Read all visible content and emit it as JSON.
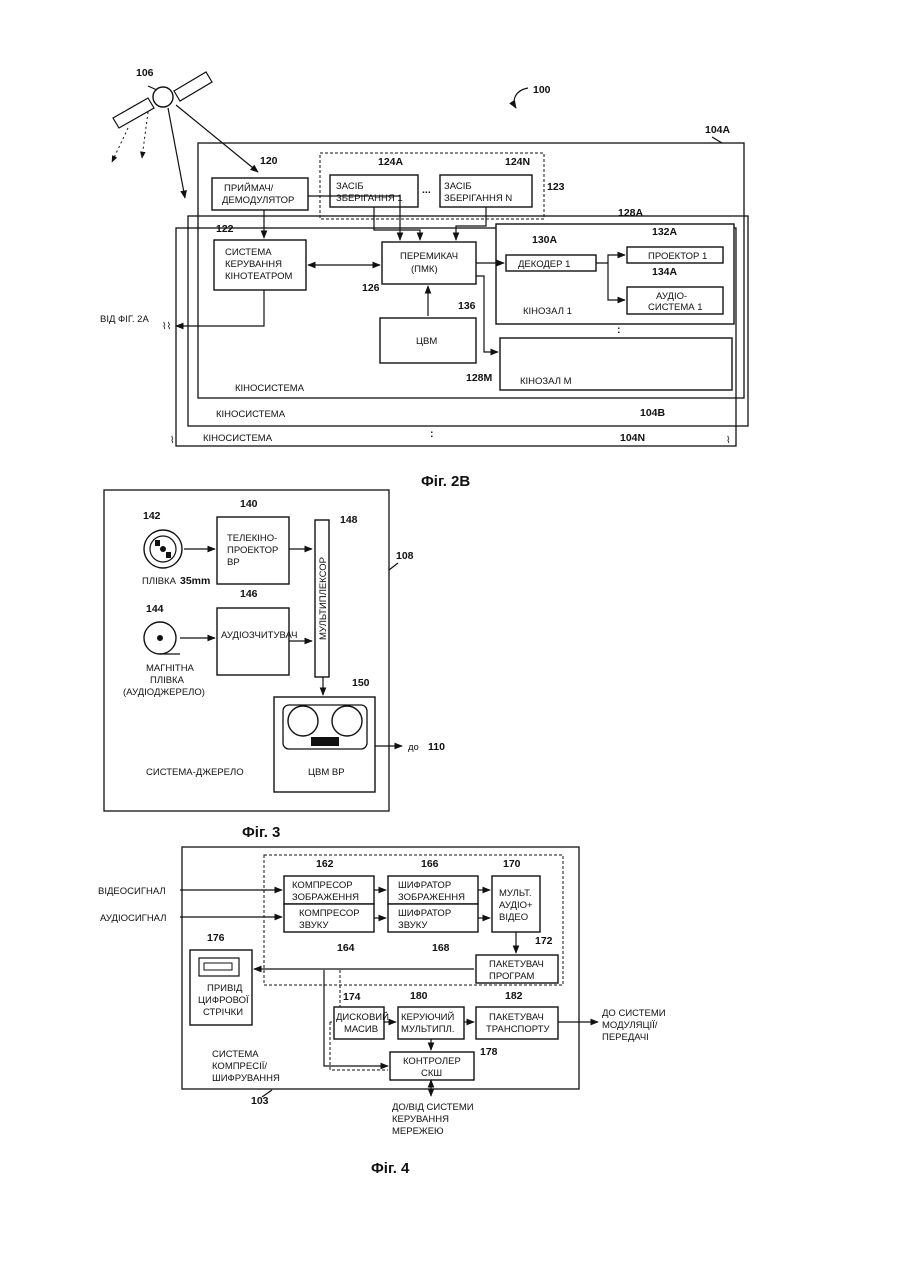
{
  "fig2b": {
    "caption": "Фіг. 2B",
    "ref_100": "100",
    "ref_106": "106",
    "ref_104a": "104A",
    "ref_104b": "104B",
    "ref_104n": "104N",
    "receiver": {
      "ref": "120",
      "line1": "ПРИЙМАЧ/",
      "line2": "ДЕМОДУЛЯТОР"
    },
    "storage_group_ref": "123",
    "storage1": {
      "ref": "124A",
      "line1": "ЗАСІБ",
      "line2": "ЗБЕРІГАННЯ 1"
    },
    "storage_dots": "...",
    "storageN": {
      "ref": "124N",
      "line1": "ЗАСІБ",
      "line2": "ЗБЕРІГАННЯ  N"
    },
    "tcs": {
      "ref": "122",
      "line1": "СИСТЕМА",
      "line2": "КЕРУВАННЯ",
      "line3": "КІНОТЕАТРОМ"
    },
    "switch": {
      "ref": "126",
      "line1": "ПЕРЕМИКАЧ",
      "line2": "(ПМК)"
    },
    "hdd": {
      "ref": "136",
      "label": "ЦВМ"
    },
    "auditorium1": {
      "ref": "128A",
      "label": "КІНОЗАЛ 1"
    },
    "decoder": {
      "ref": "130A",
      "label": "ДЕКОДЕР  1"
    },
    "projector": {
      "ref": "132A",
      "label": "ПРОЕКТОР  1"
    },
    "audio": {
      "ref": "134A",
      "line1": "АУДІО-",
      "line2": "СИСТЕМА 1"
    },
    "auditoriumM": {
      "ref": "128M",
      "label": "КІНОЗАЛ  М"
    },
    "from_fig": "ВІД ФІГ. 2А",
    "cinema_system_a": "КІНОСИСТЕМА",
    "cinema_system_b": "КІНОСИСТЕМА",
    "cinema_system_n": "КІНОСИСТЕМА",
    "vdots": ":"
  },
  "fig3": {
    "caption": "Фіг. 3",
    "ref_108": "108",
    "film": {
      "ref": "142",
      "label": "ПЛІВКА",
      "size": "35mm"
    },
    "telecine": {
      "ref": "140",
      "line1": "ТЕЛЕКІНО-",
      "line2": "ПРОЕКТОР",
      "line3": "ВР"
    },
    "mag_film": {
      "ref": "144",
      "line1": "МАГНІТНА",
      "line2": "ПЛІВКА",
      "line3": "(АУДІОДЖЕРЕЛО)"
    },
    "audio_reader": {
      "ref": "146",
      "label": "АУДІОЗЧИТУВАЧ"
    },
    "mux": {
      "ref": "148",
      "label": "МУЛЬТИПЛЕКСОР"
    },
    "hdd_vr": {
      "ref": "150",
      "label": "ЦВМ ВР"
    },
    "to": "до",
    "to_ref": "110",
    "source_system": "СИСТЕМА-ДЖЕРЕЛО"
  },
  "fig4": {
    "caption": "Фіг. 4",
    "ref_103": "103",
    "video_signal": "ВІДЕОСИГНАЛ",
    "audio_signal": "АУДІОСИГНАЛ",
    "image_comp": {
      "ref": "162",
      "line1": "КОМПРЕСОР",
      "line2": "ЗОБРАЖЕННЯ"
    },
    "sound_comp": {
      "ref": "164",
      "line1": "КОМПРЕСОР",
      "line2": "ЗВУКУ"
    },
    "image_enc": {
      "ref": "166",
      "line1": "ШИФРАТОР",
      "line2": "ЗОБРАЖЕННЯ"
    },
    "sound_enc": {
      "ref": "168",
      "line1": "ШИФРАТОР",
      "line2": "ЗВУКУ"
    },
    "av_mux": {
      "ref": "170",
      "line1": "МУЛЬТ.",
      "line2": "АУДІО+",
      "line3": "ВІДЕО"
    },
    "packetizer": {
      "ref": "172",
      "line1": "ПАКЕТУВАЧ",
      "line2": "ПРОГРАМ"
    },
    "tape": {
      "ref": "176",
      "line1": "ПРИВІД",
      "line2": "ЦИФРОВОЇ",
      "line3": "СТРІЧКИ"
    },
    "disk": {
      "ref": "174",
      "line1": "ДИСКОВИЙ",
      "line2": "МАСИВ"
    },
    "ctrl_mux": {
      "ref": "180",
      "line1": "КЕРУЮЧИЙ",
      "line2": "МУЛЬТИПЛ."
    },
    "transport": {
      "ref": "182",
      "line1": "ПАКЕТУВАЧ",
      "line2": "ТРАНСПОРТУ"
    },
    "controller": {
      "ref": "178",
      "line1": "КОНТРОЛЕР",
      "line2": "СКШ"
    },
    "to_modulation": {
      "line1": "ДО СИСТЕМИ",
      "line2": "МОДУЛЯЦІЇ/",
      "line3": "ПЕРЕДАЧІ"
    },
    "network": {
      "line1": "ДО/ВІД СИСТЕМИ",
      "line2": "КЕРУВАННЯ",
      "line3": "МЕРЕЖЕЮ"
    },
    "system": {
      "line1": "СИСТЕМА",
      "line2": "КОМПРЕСІЇ/",
      "line3": "ШИФРУВАННЯ"
    }
  }
}
